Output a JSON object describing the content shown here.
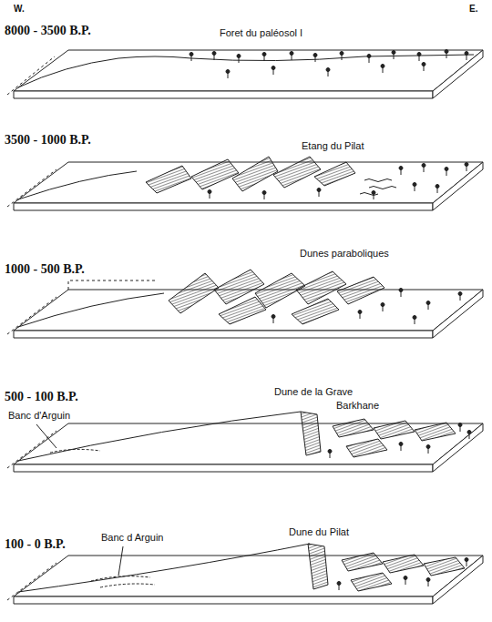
{
  "diagram": {
    "labels": [
      "W.",
      "E.",
      "8000 - 3500 B.P.",
      "Foret du paléosol I",
      "3500 - 1000 B.P.",
      "Etang du Pilat",
      "1000 - 500 B.P.",
      "Dunes paraboliques",
      "500 - 100 B.P.",
      "Banc d'Arguin",
      "Dune de la Grave",
      "Barkhane",
      "100 - 0 B.P.",
      "Banc d Arguin",
      "Dune du Pilat"
    ]
  }
}
